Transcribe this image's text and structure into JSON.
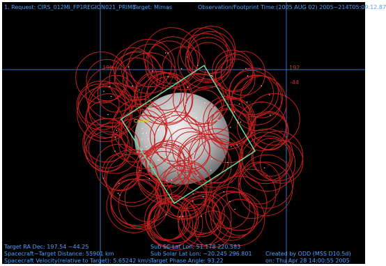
{
  "header": {
    "request": "1. Request: CIRS_012MI_FP1REGION021_PRIME",
    "target": "Target: Mimas",
    "obs_time": "Observation/Footprint Time:(2005 AUG 02) 2005−214T05:09:12.87"
  },
  "grid_labels": {
    "lon_left": "198",
    "lon_right": "192",
    "lat_right": "-44"
  },
  "marker_label": "Center",
  "footer": {
    "ra_dec": "Target RA Dec: 197.54  −44.25",
    "distance": "Spacecraft−Target Distance:   55901 km",
    "velocity": "Spacecraft Velocity(relative to Target): 5.65242 km/s",
    "sub_sc": "Sub SC Lat Lon: 51.178  220.583",
    "sub_solar": "Sub Solar Lat Lon: −20.245  296.801",
    "phase": "Target Phase Angle: 93.22",
    "created_by": "Created by ODD (MSS D10.5d)",
    "created_on": "on: Thu Apr 28 14:00:55 2005"
  },
  "colors": {
    "background": "#000000",
    "text": "#4aa3ff",
    "grid": "#3a74c8",
    "footprint": "#c42020",
    "fov_box": "#6ee0a0",
    "body": "#c8c8c8"
  }
}
